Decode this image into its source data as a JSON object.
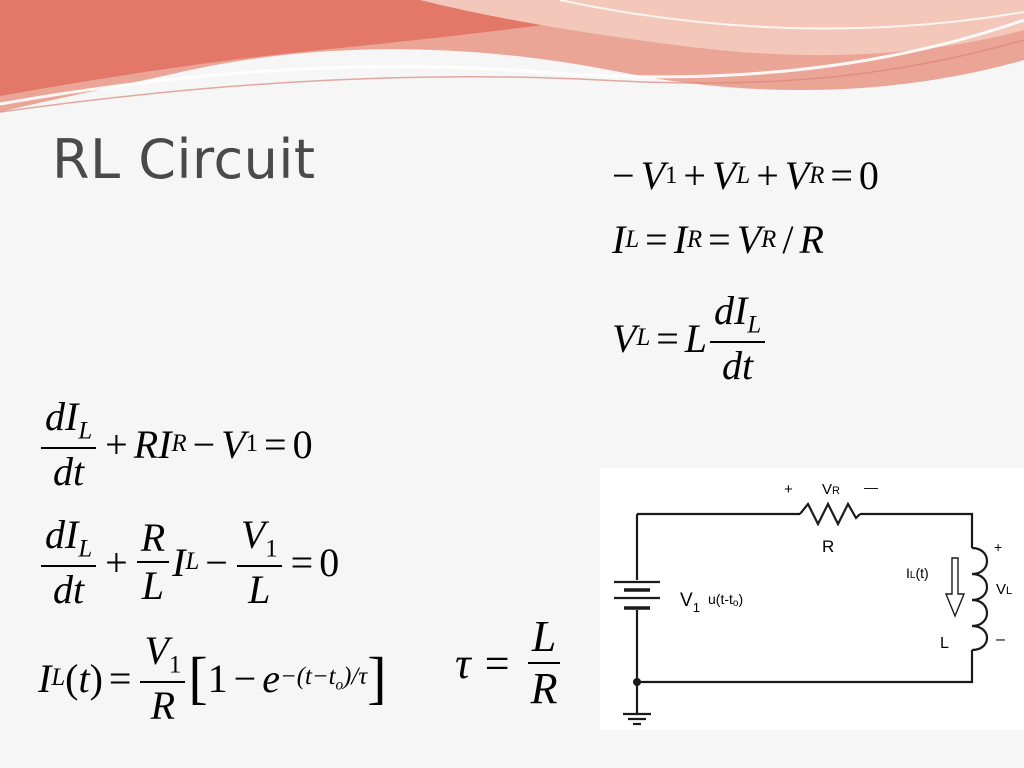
{
  "slide": {
    "title": "RL Circuit"
  },
  "equations": {
    "kvl": "−V₁ + V_L + V_R = 0",
    "current": "I_L = I_R = V_R / R",
    "inductor": "V_L = L dI_L/dt",
    "ode1": "dI_L/dt + R I_R − V₁ = 0",
    "ode2": "dI_L/dt + (R/L) I_L − V₁/L = 0",
    "solution": "I_L(t) = (V₁/R)[1 − e^(−(t−t_o)/τ)]",
    "tau": "τ = L/R"
  },
  "circuit": {
    "source_label": "V",
    "source_sub": "1",
    "source_step": "u(t-t",
    "source_step_sub": "o",
    "source_step_close": ")",
    "resistor_plus": "+",
    "resistor_minus": "—",
    "resistor_voltage": "V",
    "resistor_voltage_sub": "R",
    "resistor_name": "R",
    "current_label": "I",
    "current_label_sub": "L",
    "current_label_arg": "(t)",
    "inductor_plus": "+",
    "inductor_minus": "–",
    "inductor_voltage": "V",
    "inductor_voltage_sub": "L",
    "inductor_name": "L"
  },
  "colors": {
    "title": "#4a4a4a",
    "banner_dark": "#e2705f",
    "banner_light": "#f4b3a4",
    "background": "#f6f6f6"
  }
}
